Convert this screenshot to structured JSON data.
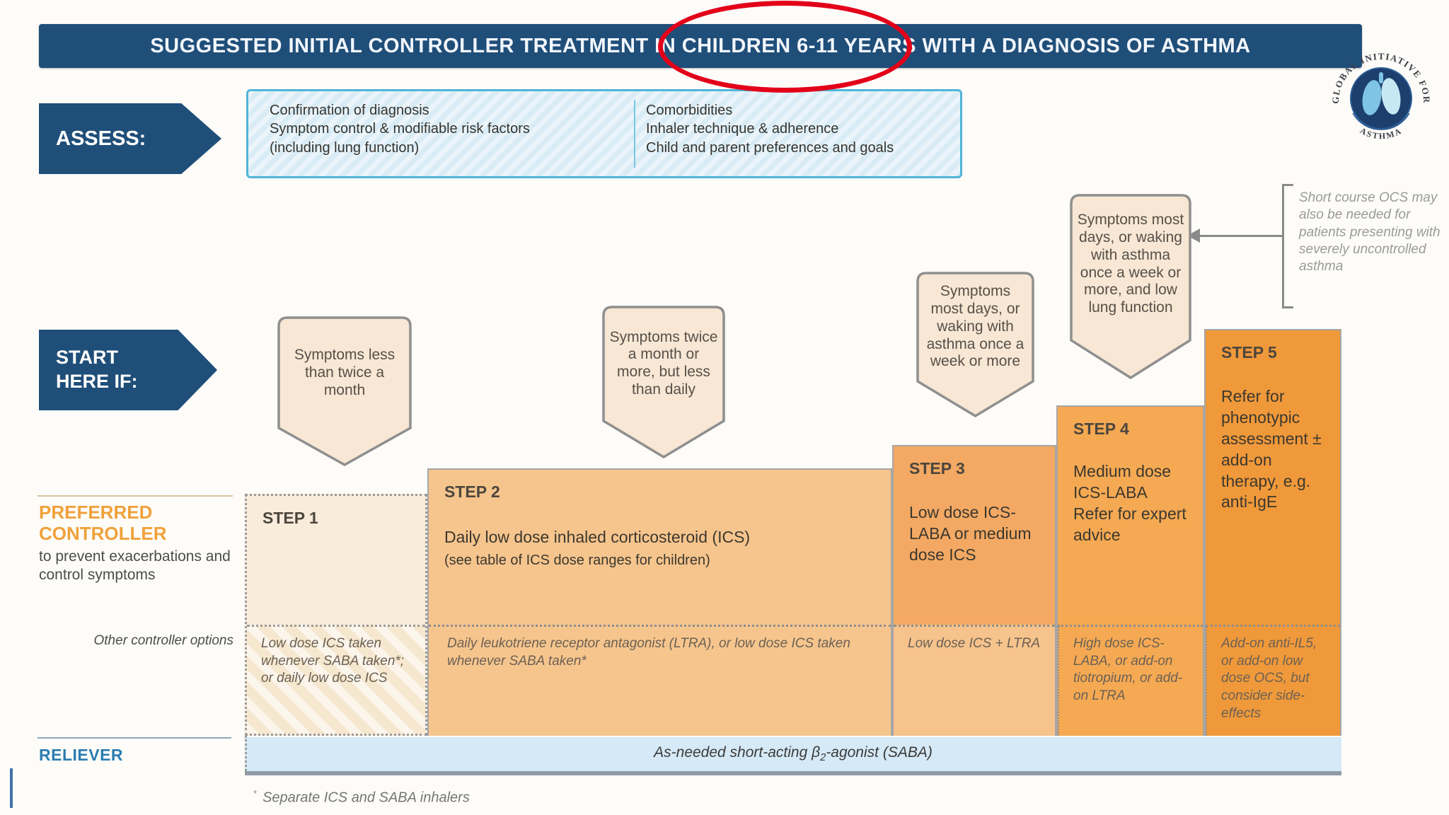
{
  "title": {
    "text": "SUGGESTED INITIAL CONTROLLER TREATMENT IN CHILDREN 6-11 YEARS WITH A DIAGNOSIS OF ASTHMA",
    "highlighted_text": "CHILDREN 6-11 YEARS",
    "highlight_color": "#e30019"
  },
  "logo": {
    "arc_text": "GLOBAL INITIATIVE FOR",
    "bottom_text": "ASTHMA"
  },
  "assess": {
    "label": "ASSESS:",
    "left_lines": {
      "0": "Confirmation of diagnosis",
      "1": "Symptom control & modifiable risk factors",
      "2": "(including lung function)"
    },
    "right_lines": {
      "0": "Comorbidities",
      "1": "Inhaler technique & adherence",
      "2": "Child and parent preferences and goals"
    }
  },
  "start_here": {
    "line1": "START",
    "line2": "HERE IF:"
  },
  "bubbles": [
    {
      "text": "Symptoms less than twice a month"
    },
    {
      "text": "Symptoms twice a month or more, but less than daily"
    },
    {
      "text": "Symptoms most days, or waking with asthma once a week or more"
    },
    {
      "text": "Symptoms most days, or waking with asthma once a week or more, and low lung function"
    }
  ],
  "ocs_note": {
    "text": "Short course OCS may also be needed for patients presenting with severely uncontrolled asthma"
  },
  "left_labels": {
    "preferred_line1": "PREFERRED",
    "preferred_line2": "CONTROLLER",
    "preferred_desc": "to prevent exacerbations and control symptoms",
    "other_options": "Other controller options",
    "reliever": "RELIEVER"
  },
  "steps": [
    {
      "label": "STEP 1",
      "other": "Low dose ICS taken whenever SABA taken*; or daily low dose ICS"
    },
    {
      "label": "STEP 2",
      "main": "Daily low dose inhaled corticosteroid (ICS)",
      "sub": "(see table of ICS dose ranges for children)",
      "other": "Daily leukotriene receptor antagonist (LTRA), or low dose ICS taken whenever SABA taken*"
    },
    {
      "label": "STEP 3",
      "main": "Low dose ICS-LABA or medium dose ICS",
      "other": "Low dose ICS + LTRA"
    },
    {
      "label": "STEP 4",
      "main": "Medium dose ICS-LABA",
      "main2": "Refer for expert advice",
      "other": "High dose ICS-LABA, or add-on tiotropium, or add-on LTRA"
    },
    {
      "label": "STEP 5",
      "main": "Refer for phenotypic assessment ± add-on therapy, e.g. anti-IgE",
      "other": "Add-on anti-IL5, or add-on low dose OCS, but consider side-effects"
    }
  ],
  "reliever_band": {
    "text_pre": "As-needed short-acting β",
    "text_sub": "2",
    "text_post": "-agonist (SABA)"
  },
  "footnote": {
    "marker": "*",
    "text": "Separate ICS and SABA inhalers"
  },
  "colors": {
    "navy": "#1f4e79",
    "assess_fill": "#d9ecf6",
    "assess_border": "#50b5d8",
    "bubble_fill": "#f7e7d4",
    "step1_fill": "#f9ecdb",
    "step2_fill": "#f6c58d",
    "step3_fill": "#f3a963",
    "step4_fill": "#f5a953",
    "step5_fill": "#f0993a",
    "orange_label": "#f0a13b",
    "reliever_blue": "#2b7db0",
    "reliever_band_fill": "#d5e9f6",
    "highlight_red": "#e30019"
  }
}
